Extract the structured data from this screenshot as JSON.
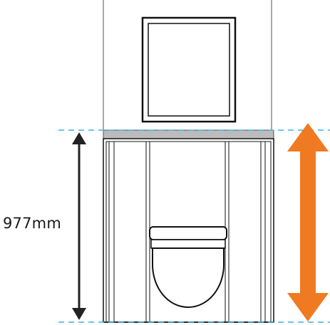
{
  "dimension": {
    "height_label": "977mm"
  },
  "colors": {
    "guide": "#3ab4e6",
    "arrow_dark": "#222222",
    "arrow_accent": "#f07a22",
    "countertop": "#bcbcbc",
    "line": "#111111"
  },
  "icons": {
    "dimension_arrow": "double-headed-arrow",
    "highlight_arrow": "double-headed-arrow"
  }
}
